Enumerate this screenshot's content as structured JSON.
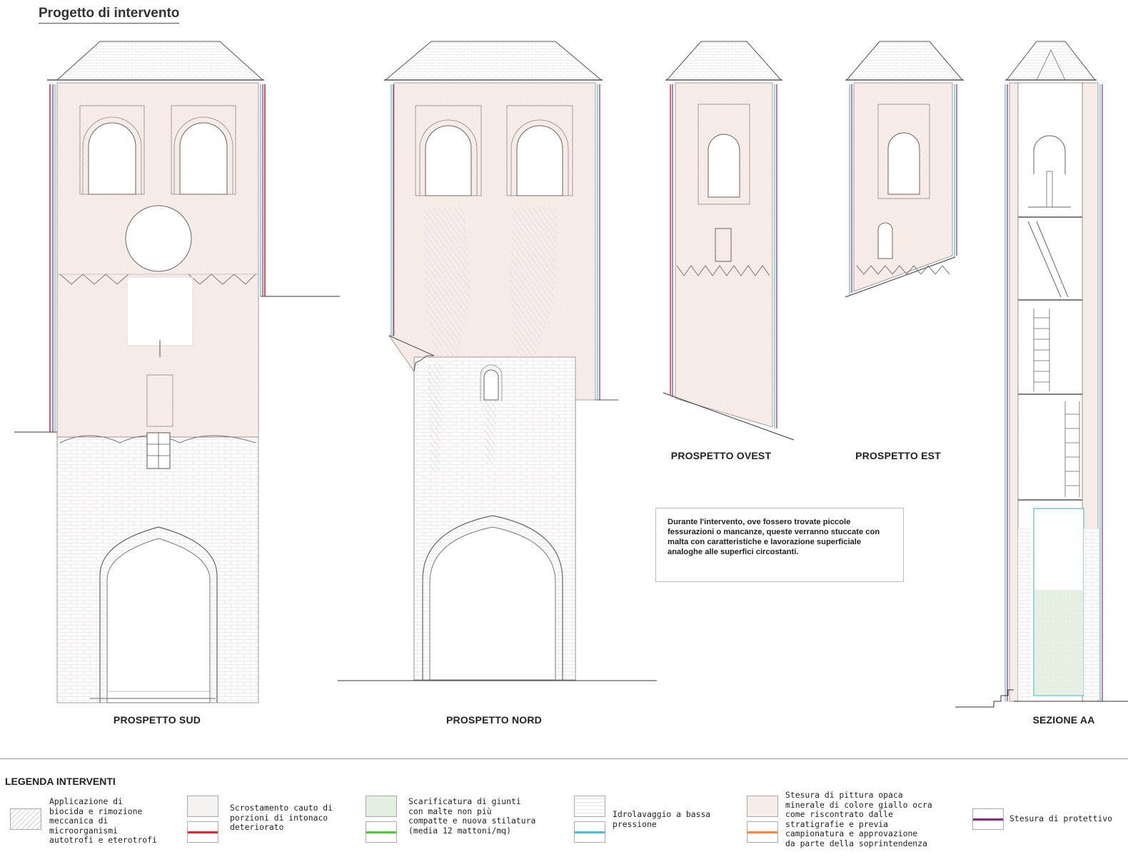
{
  "title": "Progetto di intervento",
  "views": {
    "sud": "PROSPETTO SUD",
    "nord": "PROSPETTO NORD",
    "ovest": "PROSPETTO OVEST",
    "est": "PROSPETTO EST",
    "sezione": "SEZIONE AA"
  },
  "note": "Durante l'intervento, ove fossero trovate piccole fessurazioni o mancanze, queste verranno stuccate con malta con caratteristiche e lavorazione superficiale analoghe alle superfici circostanti.",
  "legend": {
    "title": "LEGENDA INTERVENTI",
    "items": [
      {
        "text": "Applicazione di\nbiocida e rimozione\nmeccanica di\nmicroorganismi\nautotrofi e eterotrofi",
        "swatch": "hatch"
      },
      {
        "text": "Scrostamento cauto di\nporzioni di intonaco\ndeteriorato",
        "swatch": "dots-pink",
        "line_color": "#d9283c"
      },
      {
        "text": "Scarificatura di giunti\ncon malte non più\ncompatte e nuova stilatura\n(media 12 mattoni/mq)",
        "swatch": "dots-green",
        "line_color": "#5cbf4a"
      },
      {
        "text": "Idrolavaggio a bassa\npressione",
        "swatch": "brick",
        "line_color": "#57b9cc"
      },
      {
        "text": "Stesura di pittura opaca\nminerale di colore giallo ocra\ncome riscontrato dalle\nstratigrafie e previa\ncampionatura e approvazione\nda parte della soprintendenza",
        "swatch": "dots-orange",
        "line_color": "#f08a4b"
      },
      {
        "text": "Stesura di protettivo",
        "line_color": "#8a2a7a"
      }
    ]
  },
  "colors": {
    "plaster": "#f7ece8",
    "red_line": "#d9283c",
    "blue_line": "#57b9cc",
    "purple_line": "#8a2a7a",
    "green_fill": "#e3efe0",
    "outline": "#555555"
  }
}
